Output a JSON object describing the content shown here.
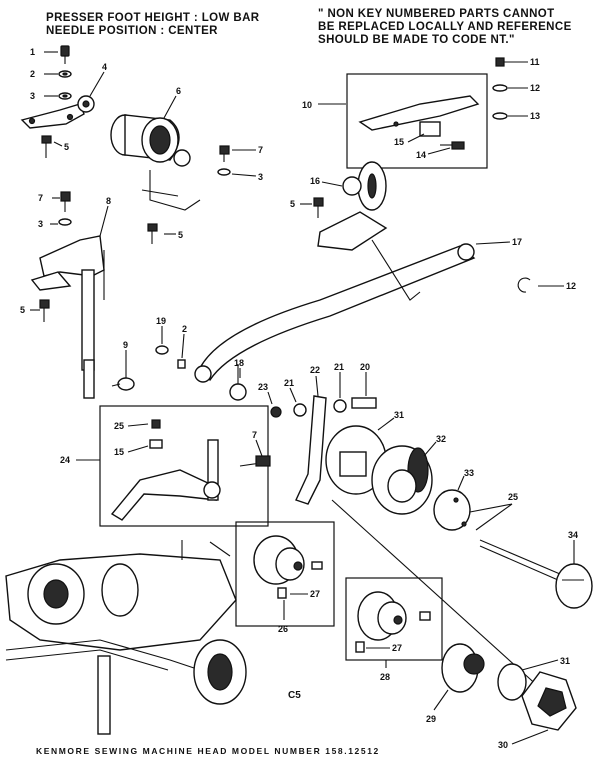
{
  "header": {
    "left_line1": "PRESSER FOOT HEIGHT : LOW BAR",
    "left_line2": "NEEDLE POSITION : CENTER",
    "right_line1": "\" NON KEY NUMBERED PARTS CANNOT",
    "right_line2": "BE REPLACED LOCALLY AND REFERENCE",
    "right_line3": "SHOULD BE MADE TO CODE NT.\""
  },
  "drawing_code": "C5",
  "footer": "KENMORE SEWING MACHINE HEAD MODEL NUMBER 158.12512",
  "callouts": [
    "1",
    "2",
    "3",
    "4",
    "5",
    "6",
    "7",
    "8",
    "9",
    "10",
    "11",
    "12",
    "13",
    "14",
    "15",
    "16",
    "17",
    "18",
    "19",
    "20",
    "21",
    "22",
    "23",
    "24",
    "25",
    "26",
    "27",
    "28",
    "29",
    "30",
    "31",
    "32",
    "33",
    "34"
  ],
  "callout_labels": {
    "c1": "1",
    "c2": "2",
    "c3a": "3",
    "c4": "4",
    "c5a": "5",
    "c6": "6",
    "c7a": "7",
    "c3b": "3",
    "c5b": "5",
    "c7b": "7",
    "c3c": "3",
    "c8": "8",
    "c5c": "5",
    "c9": "9",
    "c19": "19",
    "c2b": "2",
    "c18": "18",
    "c10": "10",
    "c11": "11",
    "c12a": "12",
    "c13": "13",
    "c15a": "15",
    "c14": "14",
    "c16": "16",
    "c5d": "5",
    "c17": "17",
    "c12b": "12",
    "c22": "22",
    "c21a": "21",
    "c21b": "21",
    "c20": "20",
    "c23": "23",
    "c25a": "25",
    "c15b": "15",
    "c24": "24",
    "c7c": "7",
    "c31a": "31",
    "c32": "32",
    "c33": "33",
    "c25b": "25",
    "c34": "34",
    "c27a": "27",
    "c26": "26",
    "c27b": "27",
    "c28": "28",
    "c29": "29",
    "c31b": "31",
    "c30": "30"
  }
}
